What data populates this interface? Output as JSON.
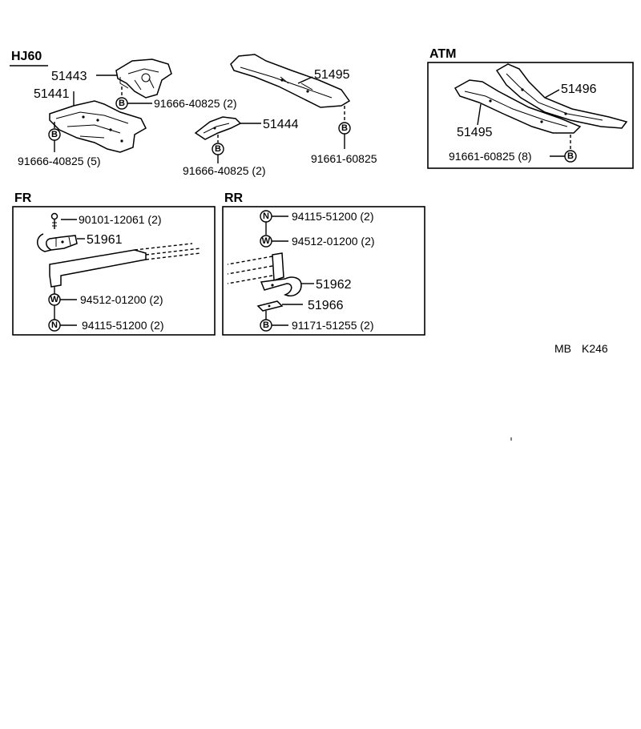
{
  "sections": {
    "hj60": "HJ60",
    "atm": "ATM",
    "fr": "FR",
    "rr": "RR"
  },
  "parts": {
    "p51443": "51443",
    "p51441": "51441",
    "p51495_top": "51495",
    "p51444": "51444",
    "p51496": "51496",
    "p51495_atm": "51495",
    "p51961": "51961",
    "p51962": "51962",
    "p51966": "51966"
  },
  "fasteners": {
    "f_91666_40825_2a": "91666-40825 (2)",
    "f_91666_40825_5": "91666-40825 (5)",
    "f_91666_40825_2b": "91666-40825 (2)",
    "f_91661_60825": "91661-60825",
    "f_91661_60825_8": "91661-60825 (8)",
    "f_90101_12061_2": "90101-12061 (2)",
    "f_94512_01200_fr": "94512-01200 (2)",
    "f_94115_51200_fr": "94115-51200 (2)",
    "f_94115_51200_rr": "94115-51200 (2)",
    "f_94512_01200_rr": "94512-01200 (2)",
    "f_91171_51255_2": "91171-51255 (2)"
  },
  "symbols": {
    "bolt": "B",
    "washer": "W",
    "nut": "N"
  },
  "footer": {
    "ref_left": "MB",
    "ref_right": "K246"
  }
}
